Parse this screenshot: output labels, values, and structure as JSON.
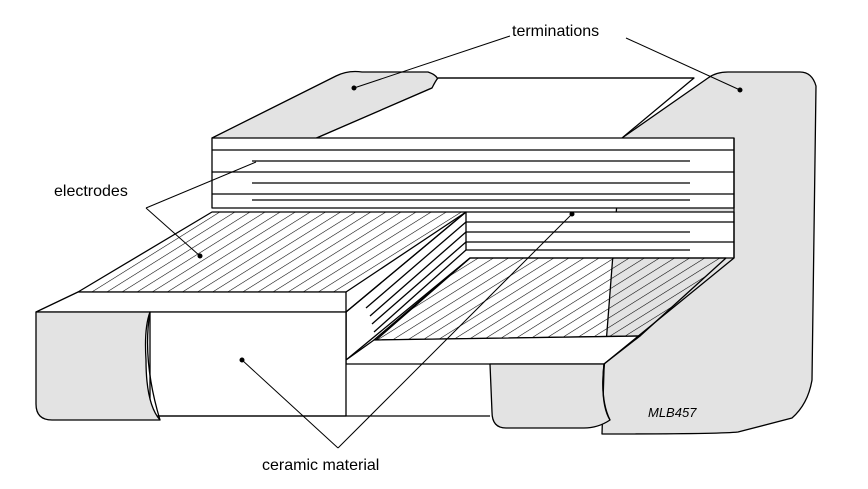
{
  "labels": {
    "terminations": "terminations",
    "electrodes": "electrodes",
    "ceramic": "ceramic material"
  },
  "figure_code": "MLB457",
  "colors": {
    "termination_fill": "#e3e3e3",
    "outline": "#000000",
    "background": "#ffffff"
  }
}
